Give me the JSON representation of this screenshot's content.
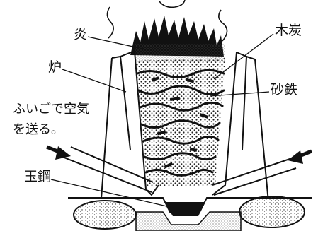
{
  "labels": {
    "flame": "炎",
    "charcoal": "木炭",
    "furnace": "炉",
    "iron_sand": "砂鉄",
    "bellows_line1": "ふいごで空気",
    "bellows_line2": "を送る。",
    "bloom": "玉鋼"
  },
  "colors": {
    "ink": "#111111",
    "paper": "#ffffff",
    "stipple": "#444444"
  }
}
